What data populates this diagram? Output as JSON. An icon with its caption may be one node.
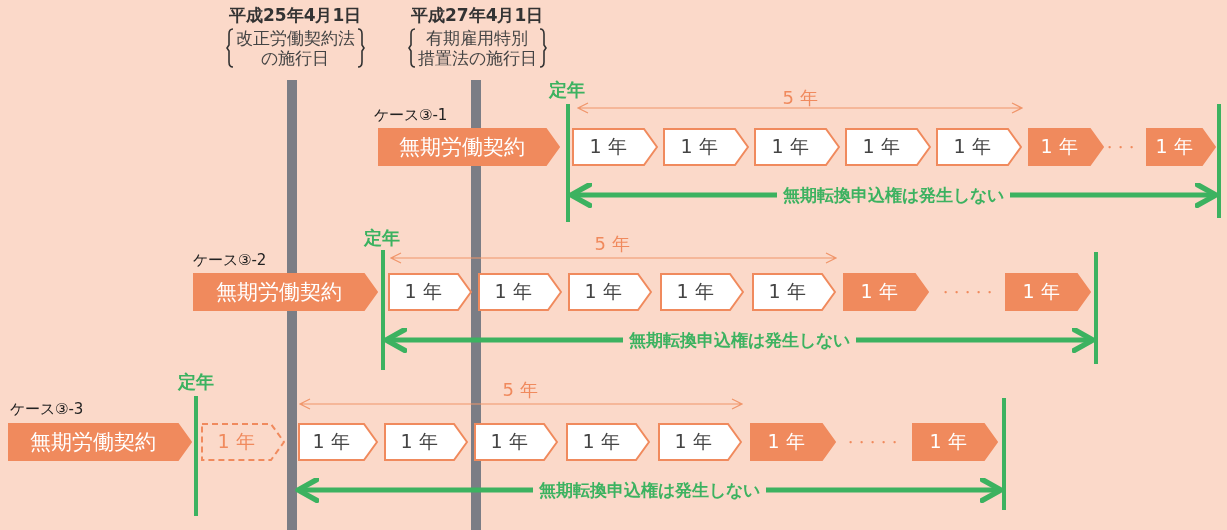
{
  "diagram": {
    "nodes": [
      {
        "text": [],
        "shape": "bar"
      },
      {
        "text": [],
        "shape": "bar"
      },
      {
        "text": [],
        "shape": "bar"
      },
      {
        "text": [
          "無期労働契約"
        ],
        "beside": [
          "ケース③-1"
        ]
      },
      {
        "text": [
          "1 年"
        ]
      },
      {
        "text": [
          "1 年"
        ]
      },
      {
        "text": [
          "1 年"
        ]
      },
      {
        "text": [
          "1 年"
        ]
      },
      {
        "text": [
          "1 年"
        ]
      },
      {
        "text": [
          "1 年"
        ]
      },
      {
        "text": [
          "1 年"
        ]
      },
      {
        "text": [],
        "shape": "bar"
      },
      {
        "text": [],
        "shape": "bar"
      },
      {
        "text": [
          "無期労働契約"
        ],
        "beside": [
          "ケース③-2"
        ]
      },
      {
        "text": [
          "1 年"
        ]
      },
      {
        "text": [
          "1 年"
        ]
      },
      {
        "text": [
          "1 年"
        ]
      },
      {
        "text": [
          "1 年"
        ]
      },
      {
        "text": [
          "1 年"
        ]
      },
      {
        "text": [
          "1 年"
        ]
      },
      {
        "text": [
          "1 年"
        ]
      },
      {
        "text": [],
        "shape": "bar"
      },
      {
        "text": [],
        "shape": "bar"
      },
      {
        "text": [
          "無期労働契約"
        ],
        "beside": [
          "ケース③-3"
        ]
      },
      {
        "text": [
          "1 年"
        ]
      },
      {
        "text": [
          "1 年"
        ]
      },
      {
        "text": [
          "1 年"
        ]
      },
      {
        "text": [
          "1 年"
        ]
      },
      {
        "text": [
          "1 年"
        ]
      },
      {
        "text": [
          "1 年"
        ]
      },
      {
        "text": [
          "1 年"
        ]
      },
      {
        "text": [
          "1 年"
        ]
      },
      {
        "text": [],
        "shape": "bar"
      }
    ],
    "edges": [
      {
        "from": 2,
        "to": 11,
        "arrow": "both",
        "label": "無期転換申込権は発生しない"
      },
      {
        "from": 12,
        "to": 21,
        "arrow": "both",
        "label": "無期転換申込権は発生しない"
      },
      {
        "from": 0,
        "to": 32,
        "arrow": "both",
        "label": "無期転換申込権は発生しない"
      }
    ],
    "labels": [
      "平成25年4月1日",
      "改正労働契約法の施行日",
      "平成27年4月1日",
      "有期雇用特別措置法の施行日",
      "定年",
      "5 年",
      "・・・",
      "定年",
      "5 年",
      "・・・・・",
      "定年",
      "5 年",
      "・・・・・"
    ]
  }
}
